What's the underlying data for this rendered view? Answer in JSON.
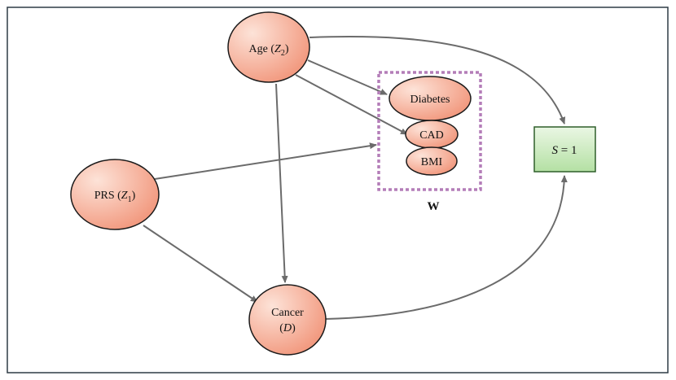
{
  "diagram": {
    "nodes": {
      "age": {
        "text": "Age (",
        "var": "Z",
        "sub": "2",
        "close": ")"
      },
      "prs": {
        "text": "PRS (",
        "var": "Z",
        "sub": "1",
        "close": ")"
      },
      "cancer": {
        "line1": "Cancer",
        "line2_open": "(",
        "line2_var": "D",
        "line2_close": ")"
      },
      "diabetes": {
        "text": "Diabetes"
      },
      "cad": {
        "text": "CAD"
      },
      "bmi": {
        "text": "BMI"
      },
      "selection": {
        "var": "S",
        "rest": " = 1"
      }
    },
    "group_label": "W",
    "edges": [
      {
        "from": "age",
        "to": "selection"
      },
      {
        "from": "age",
        "to": "diabetes"
      },
      {
        "from": "age",
        "to": "cad"
      },
      {
        "from": "age",
        "to": "cancer"
      },
      {
        "from": "prs",
        "to": "w-box"
      },
      {
        "from": "prs",
        "to": "cancer"
      },
      {
        "from": "cancer",
        "to": "selection"
      }
    ],
    "colors": {
      "node_fill_light": "#fde3d8",
      "node_fill_dark": "#f29a80",
      "node_stroke": "#1a1a1a",
      "selection_fill_light": "#eaf7e4",
      "selection_fill_dark": "#b4e0a3",
      "selection_stroke": "#2f5f2a",
      "w_box_stroke": "#b47db8",
      "edge": "#6b6b6b",
      "frame": "#2e3b45"
    }
  }
}
